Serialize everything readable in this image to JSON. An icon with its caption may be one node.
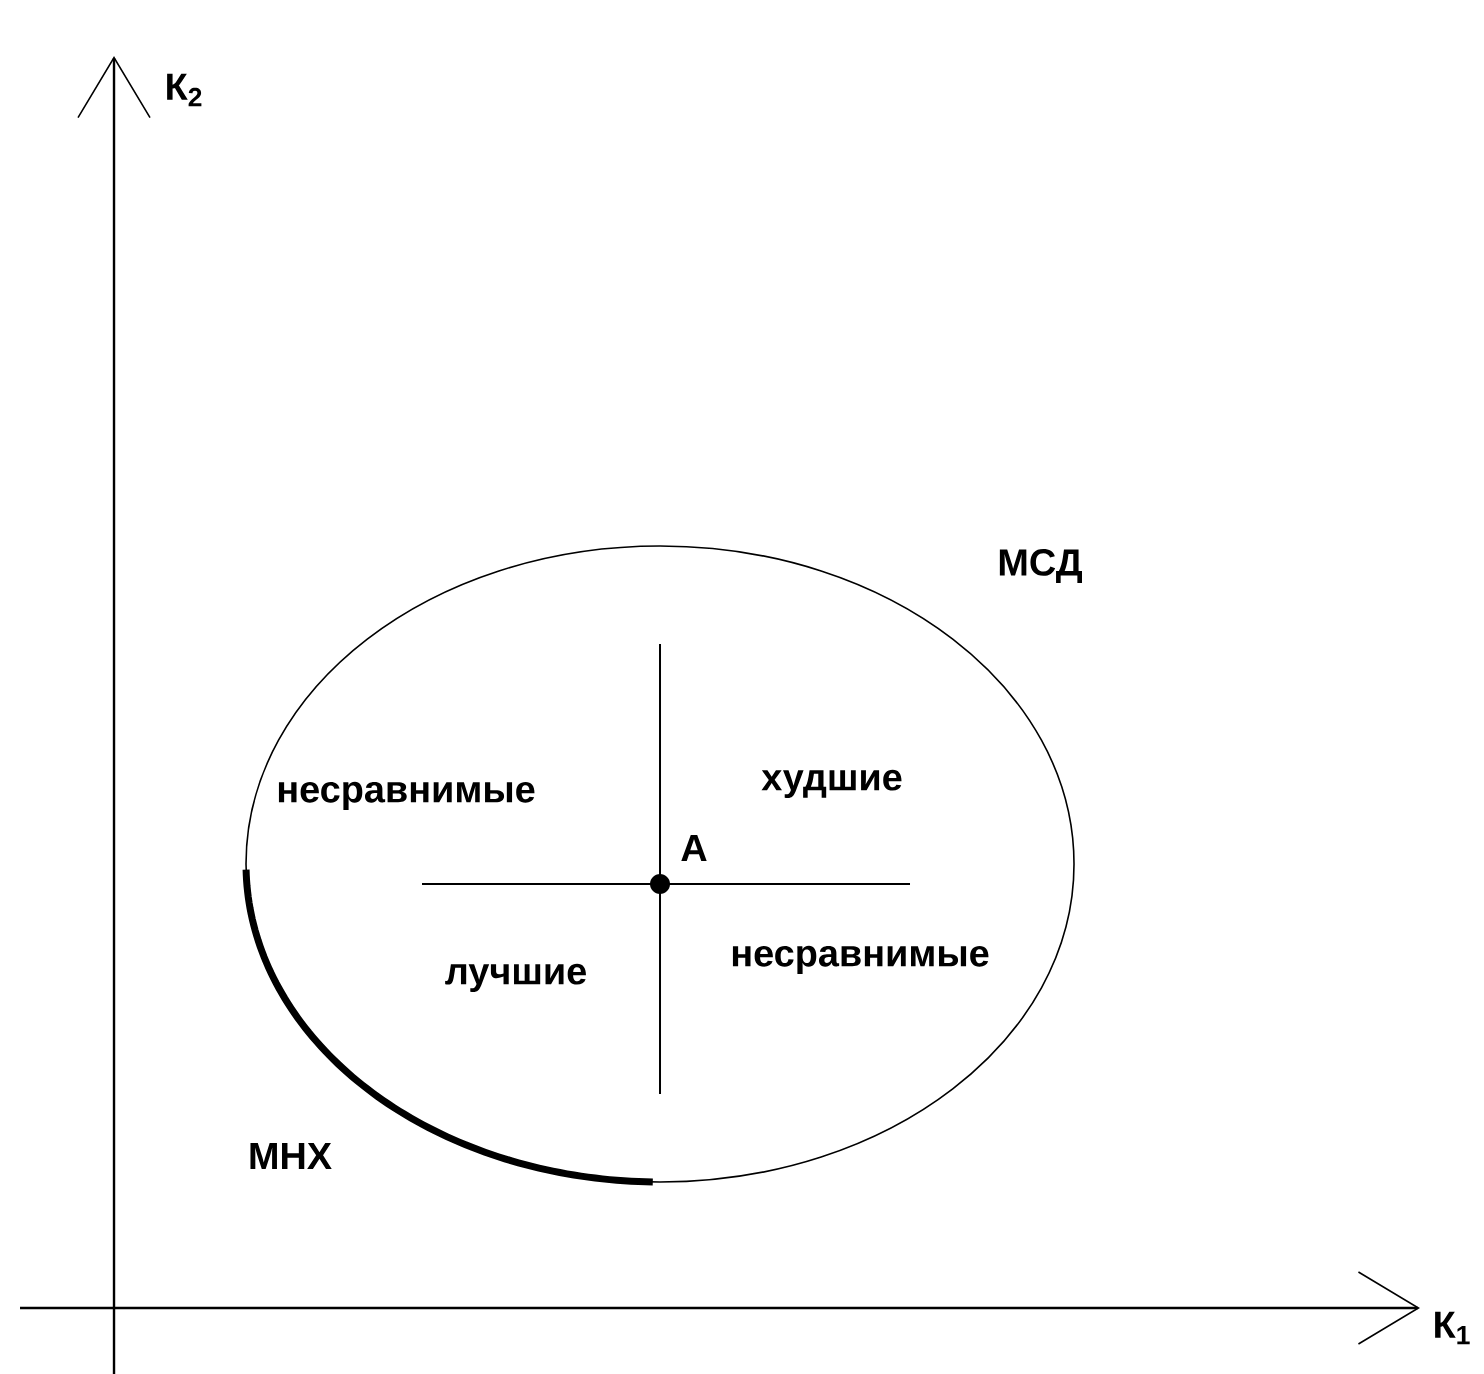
{
  "diagram": {
    "labels": [
      "К$_{2}$",
      "МСД",
      "несравнимые",
      "худшие",
      "А",
      "лучшие",
      "несравнимые",
      "МНХ",
      "К$_{1}$"
    ]
  }
}
